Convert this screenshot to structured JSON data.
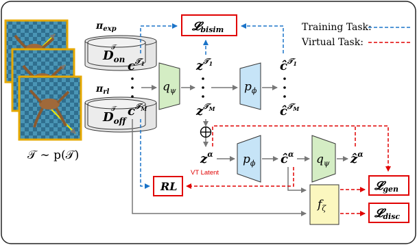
{
  "legend": {
    "training": "Training Task:",
    "virtual": "Virtual   Task:"
  },
  "loss_boxes": {
    "bisim": {
      "main": "𝓛",
      "sub": "bisim"
    },
    "gen": {
      "main": "𝓛",
      "sub": "gen"
    },
    "disc": {
      "main": "𝓛",
      "sub": "disc"
    },
    "rl": "RL"
  },
  "datasets": {
    "online": {
      "policy_main": "π",
      "policy_sub": "exp",
      "main": "D",
      "sub": "on",
      "sup": "𝒯"
    },
    "offline": {
      "policy_main": "π",
      "policy_sub": "rl",
      "main": "D",
      "sub": "off",
      "sup": "𝒯"
    }
  },
  "variables": {
    "c_1": {
      "main": "c",
      "sup": "𝒯",
      "sup_sub": "1"
    },
    "c_M": {
      "main": "c",
      "sup": "𝒯",
      "sup_sub": "M"
    },
    "z_1": {
      "main": "z",
      "sup": "𝒯",
      "sup_sub": "1"
    },
    "z_M": {
      "main": "z",
      "sup": "𝒯",
      "sup_sub": "M"
    },
    "chat_1": {
      "main": "ĉ",
      "sup": "𝒯",
      "sup_sub": "1"
    },
    "chat_M": {
      "main": "ĉ",
      "sup": "𝒯",
      "sup_sub": "M"
    },
    "z_alpha": {
      "main": "z",
      "sup": "α"
    },
    "chat_alpha": {
      "main": "ĉ",
      "sup": "α"
    },
    "zhat_alpha": {
      "main": "ẑ",
      "sup": "α"
    }
  },
  "networks": {
    "encoder": {
      "main": "q",
      "sub": "ψ"
    },
    "decoder": {
      "main": "p",
      "sub": "ϕ"
    },
    "discriminator": {
      "main": "f",
      "sub": "ζ"
    }
  },
  "vt_latent": "VT Latent",
  "task_dist": "𝒯 ∼ p(𝒯)",
  "colors": {
    "training": "#1a73c8",
    "virtual": "#e00000",
    "encoder_fill": "#d4edc4",
    "decoder_fill": "#c6e4f7",
    "disc_fill": "#fbf7bf",
    "box_red": "#e00000"
  }
}
